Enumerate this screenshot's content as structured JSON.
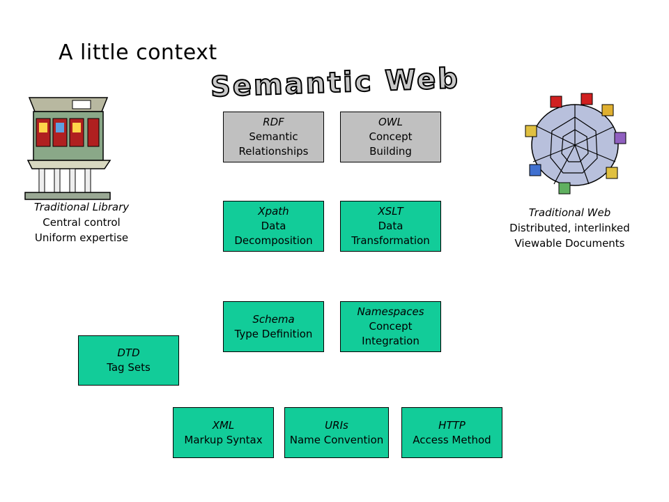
{
  "title": "A little context",
  "banner": "Semantic Web",
  "library": {
    "line1": "Traditional Library",
    "line2": "Central control",
    "line3": "Uniform expertise"
  },
  "web": {
    "line1": "Traditional Web",
    "line2": "Distributed, interlinked",
    "line3": "Viewable Documents"
  },
  "boxes": {
    "rdf": {
      "l1": "RDF",
      "l2": "Semantic",
      "l3": "Relationships"
    },
    "owl": {
      "l1": "OWL",
      "l2": "Concept",
      "l3": "Building"
    },
    "xpath": {
      "l1": "Xpath",
      "l2": "Data",
      "l3": "Decomposition"
    },
    "xslt": {
      "l1": "XSLT",
      "l2": "Data",
      "l3": "Transformation"
    },
    "schema": {
      "l1": "Schema",
      "l2": "Type Definition"
    },
    "ns": {
      "l1": "Namespaces",
      "l2": "Concept",
      "l3": "Integration"
    },
    "dtd": {
      "l1": "DTD",
      "l2": "Tag Sets"
    },
    "xml": {
      "l1": "XML",
      "l2": "Markup Syntax"
    },
    "uris": {
      "l1": "URIs",
      "l2": "Name Convention"
    },
    "http": {
      "l1": "HTTP",
      "l2": "Access Method"
    }
  },
  "colors": {
    "teal_box": "#12cc99",
    "gray_box": "#c0c0c0",
    "banner_fill": "#c8c8c8"
  }
}
